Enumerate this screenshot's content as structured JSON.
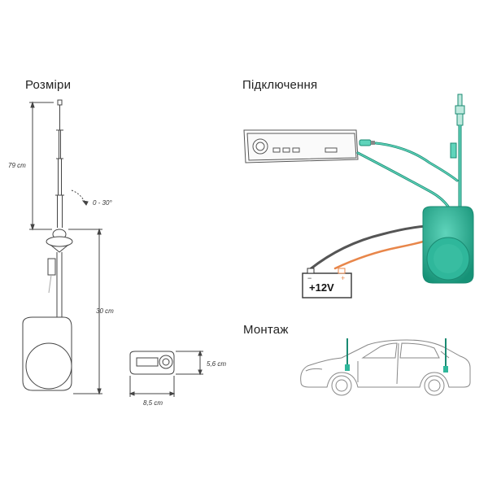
{
  "sections": {
    "sizes_title": "Розміри",
    "connection_title": "Підключення",
    "mounting_title": "Монтаж"
  },
  "dimensions": {
    "mast_height": "79 cm",
    "tilt_angle": "0 - 30°",
    "total_height": "30 cm",
    "base_height": "5,6 cm",
    "base_width": "8,5 cm"
  },
  "battery": {
    "label": "+12V",
    "minus": "−",
    "plus": "+"
  },
  "colors": {
    "teal": "#2fb79b",
    "teal_dark": "#1a8a72",
    "wire_dark": "#555555",
    "wire_orange": "#e8864a",
    "line": "#444444"
  }
}
